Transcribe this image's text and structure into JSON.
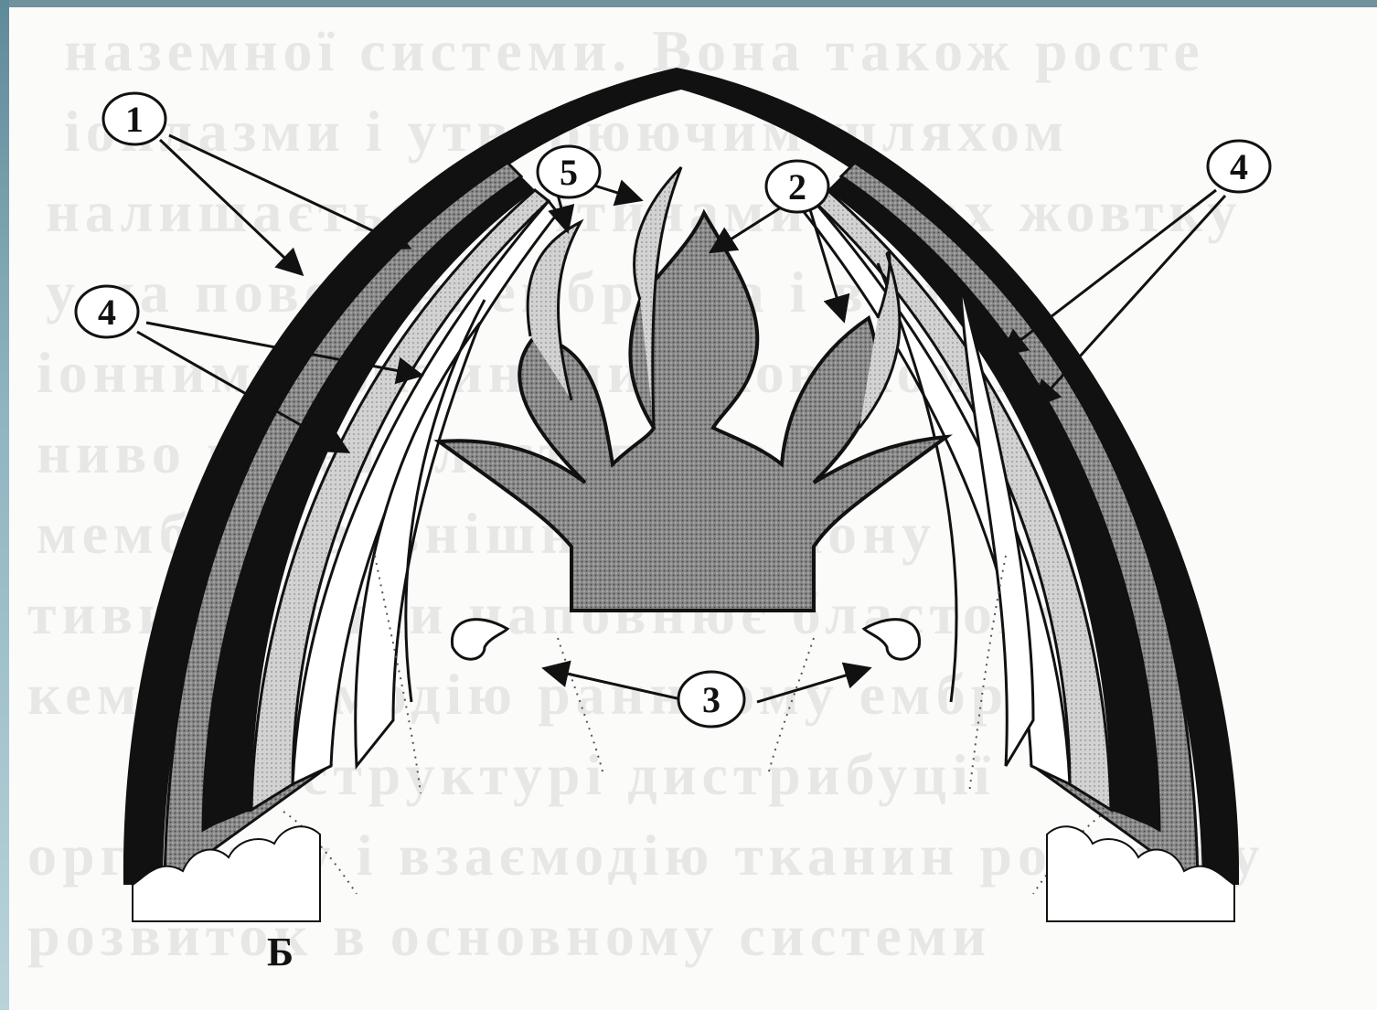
{
  "labels": {
    "one": "1",
    "two": "2",
    "three": "3",
    "four_left": "4",
    "four_right": "4",
    "five": "5"
  },
  "caption": "Б",
  "background_lines": [
    "наземної системи. Вона також росте",
    "іоплазми і утворюючим шляхом",
    "налишається клітинами зверх жовтку",
    "у на поверхні ембріона і вниз з",
    "іонними клітинами і жовтком кз",
    "ниво перед бластопор о і",
    "мембран зовнішніх ембріону",
    "тиви клітини наповнює бластопору",
    "кеми взаємодію ранньому ембріоном",
    "у структурі дистрибуції ",
    "організму і взаємодію тканин розвитку",
    "розвиток в основному системи"
  ],
  "colors": {
    "ink": "#111111",
    "shade_dark": "#6e6e6e",
    "shade_light": "#c9c9c9",
    "frame_left": "#8fb4c0"
  }
}
